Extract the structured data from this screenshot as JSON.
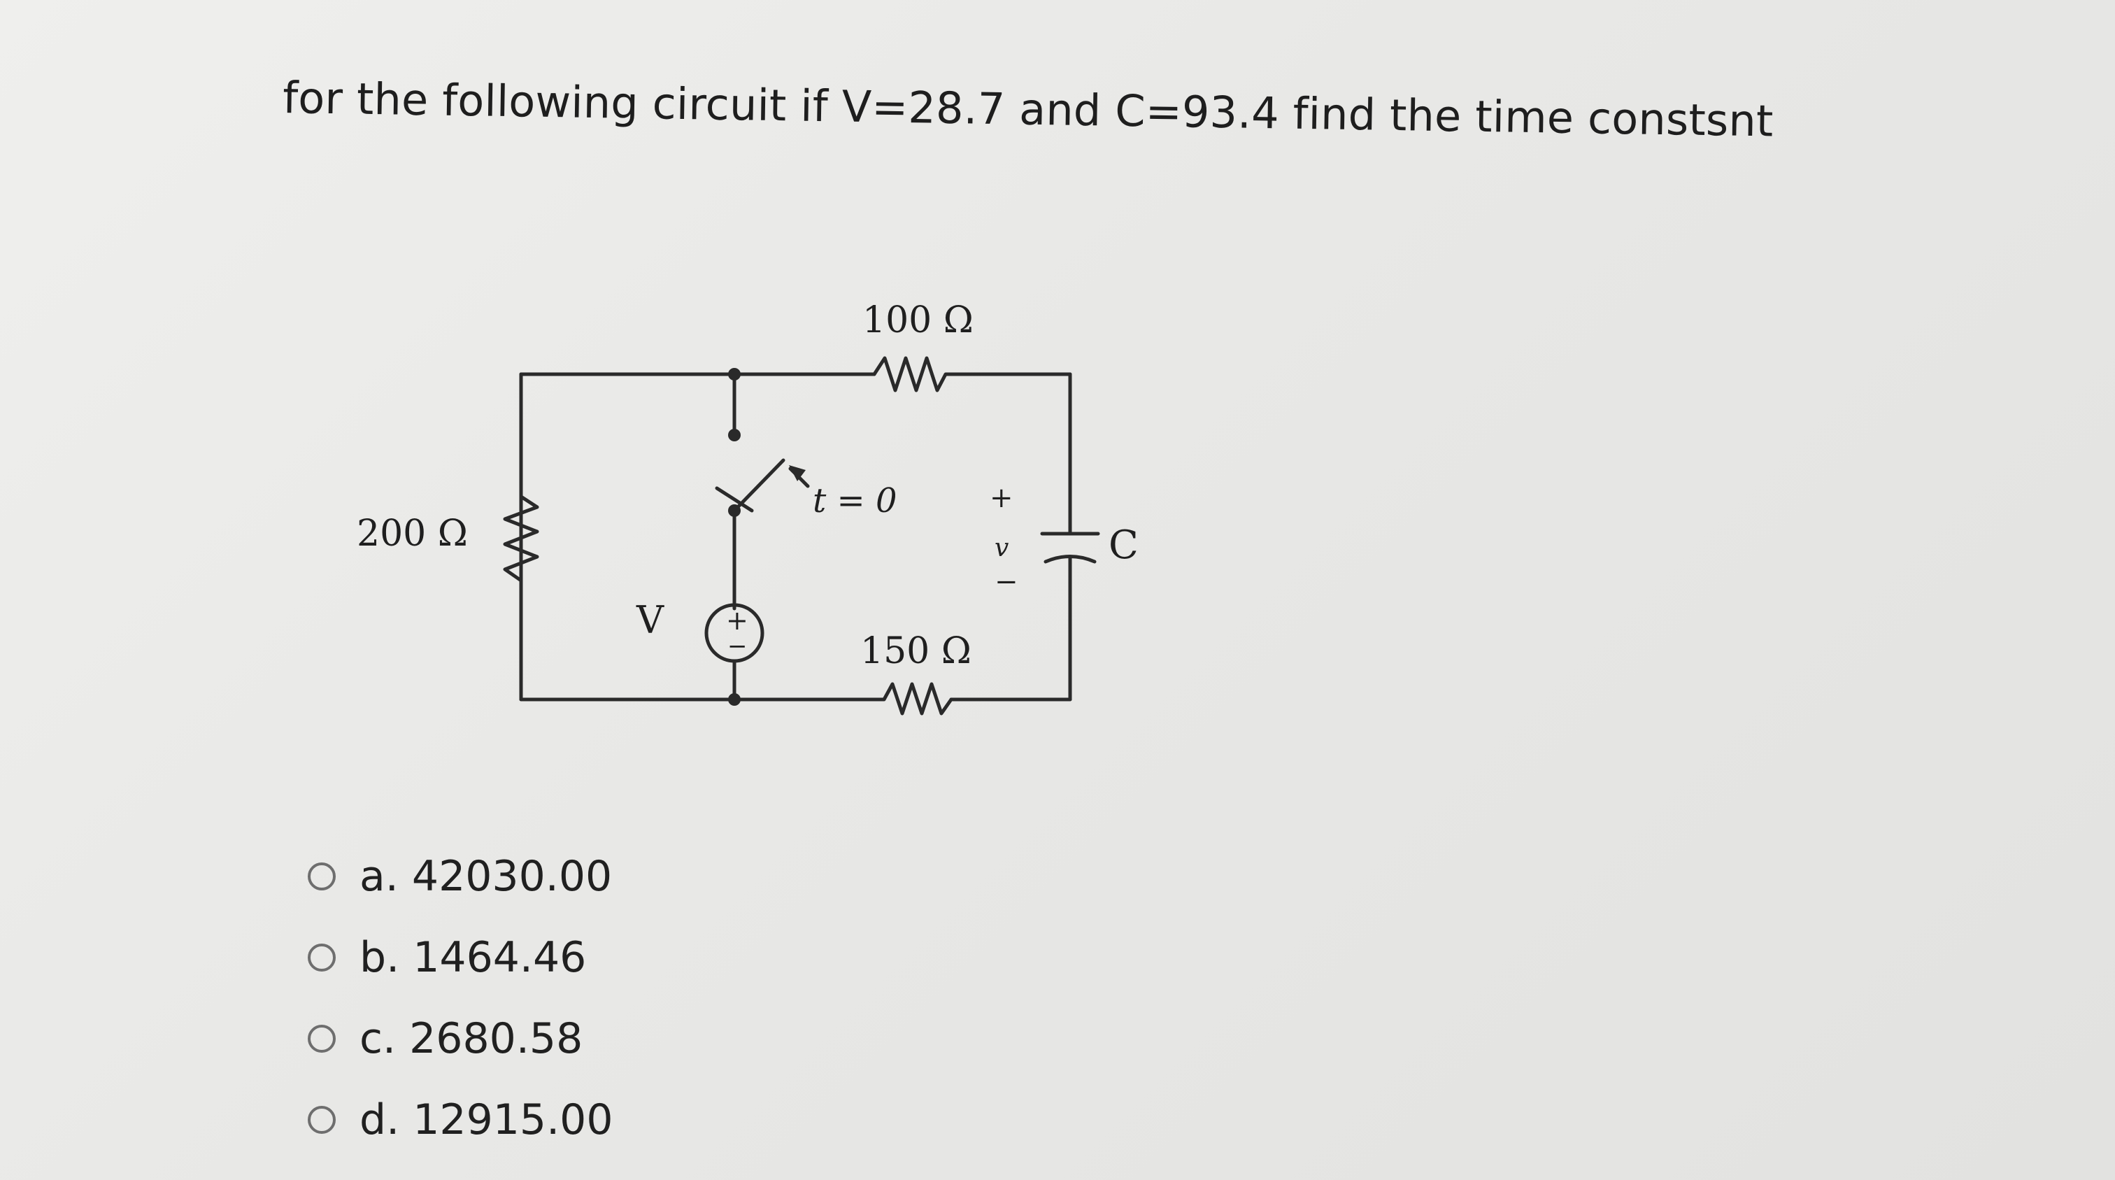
{
  "question": {
    "text": "for the following circuit if V=28.7 and C=93.4 find the time constsnt"
  },
  "circuit": {
    "r_top_label": "100 Ω",
    "r_left_label": "200 Ω",
    "r_bottom_label": "150 Ω",
    "switch_label": "t = 0",
    "source_label": "V",
    "source_plus": "+",
    "source_minus": "−",
    "cap_plus": "+",
    "cap_voltage": "v",
    "cap_minus": "−",
    "cap_label": "C"
  },
  "options": [
    {
      "label": "a. 42030.00"
    },
    {
      "label": "b. 1464.46"
    },
    {
      "label": "c. 2680.58"
    },
    {
      "label": "d. 12915.00"
    }
  ]
}
